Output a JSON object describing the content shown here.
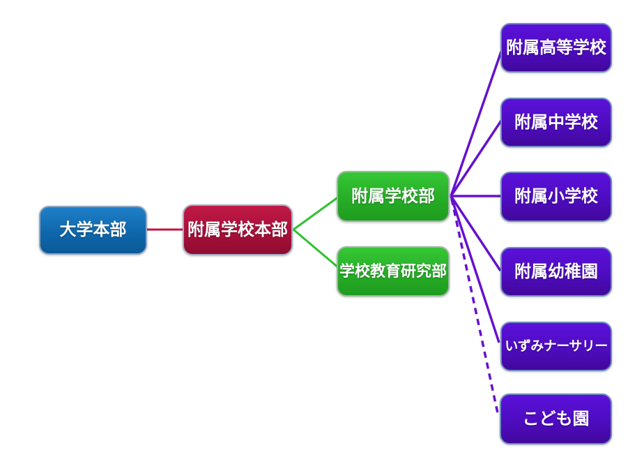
{
  "diagram": {
    "type": "org-chart",
    "nodes": [
      {
        "id": "univ-hq",
        "label": "大学本部",
        "fill_top": "#1f80c8",
        "fill_bottom": "#0a5a98"
      },
      {
        "id": "affiliated-schools-hq",
        "label": "附属学校本部",
        "fill_top": "#c01946",
        "fill_bottom": "#8f0c30"
      },
      {
        "id": "affiliated-school-dept",
        "label": "附属学校部",
        "fill_top": "#35c735",
        "fill_bottom": "#1e9c1e"
      },
      {
        "id": "school-education-research-dept",
        "label": "学校教育研究部",
        "fill_top": "#35c735",
        "fill_bottom": "#1e9c1e"
      },
      {
        "id": "attached-high-school",
        "label": "附属高等学校",
        "fill_top": "#5b11da",
        "fill_bottom": "#42089c"
      },
      {
        "id": "attached-junior-high-school",
        "label": "附属中学校",
        "fill_top": "#5b11da",
        "fill_bottom": "#42089c"
      },
      {
        "id": "attached-elementary-school",
        "label": "附属小学校",
        "fill_top": "#5b11da",
        "fill_bottom": "#42089c"
      },
      {
        "id": "attached-kindergarten",
        "label": "附属幼稚園",
        "fill_top": "#5b11da",
        "fill_bottom": "#42089c"
      },
      {
        "id": "izumi-nursery",
        "label": "いずみナーサリー",
        "fill_top": "#5b11da",
        "fill_bottom": "#42089c"
      },
      {
        "id": "kodomo-en",
        "label": "こども園",
        "fill_top": "#5b11da",
        "fill_bottom": "#42089c"
      }
    ],
    "edges": [
      {
        "from": "univ-hq",
        "to": "affiliated-schools-hq",
        "style": "solid",
        "color": "#c4143f"
      },
      {
        "from": "affiliated-schools-hq",
        "to": "affiliated-school-dept",
        "style": "solid",
        "color": "#2fc12f"
      },
      {
        "from": "affiliated-schools-hq",
        "to": "school-education-research-dept",
        "style": "solid",
        "color": "#2fc12f"
      },
      {
        "from": "affiliated-school-dept",
        "to": "attached-high-school",
        "style": "solid",
        "color": "#6611cf"
      },
      {
        "from": "affiliated-school-dept",
        "to": "attached-junior-high-school",
        "style": "solid",
        "color": "#6611cf"
      },
      {
        "from": "affiliated-school-dept",
        "to": "attached-elementary-school",
        "style": "solid",
        "color": "#6611cf"
      },
      {
        "from": "affiliated-school-dept",
        "to": "attached-kindergarten",
        "style": "solid",
        "color": "#6611cf"
      },
      {
        "from": "affiliated-school-dept",
        "to": "izumi-nursery",
        "style": "solid",
        "color": "#6611cf"
      },
      {
        "from": "affiliated-school-dept",
        "to": "kodomo-en",
        "style": "dashed",
        "color": "#6611cf"
      }
    ]
  }
}
